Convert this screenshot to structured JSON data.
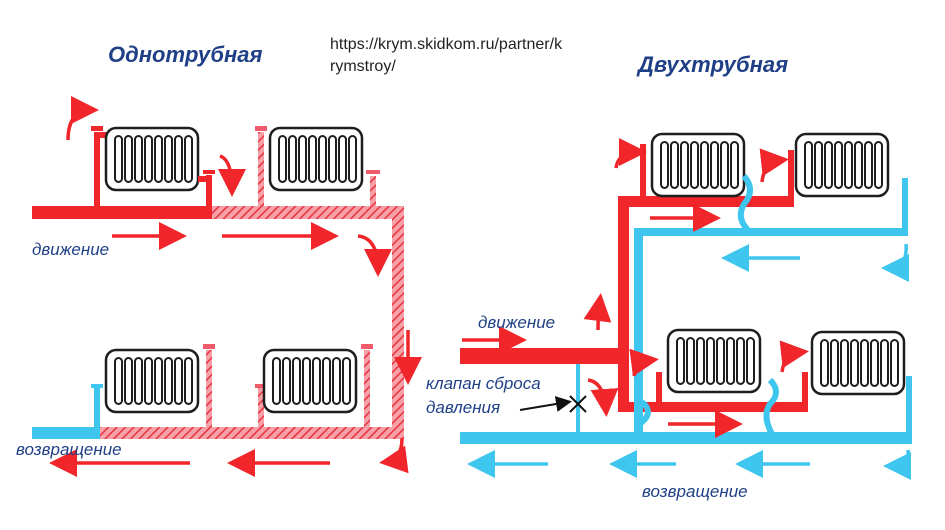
{
  "titles": {
    "single_pipe": "Однотрубная",
    "two_pipe": "Двухтрубная"
  },
  "source_url": {
    "line1": "https://krym.skidkom.ru/partner/k",
    "line2": "rymstroy/"
  },
  "labels": {
    "left_flow": "движение",
    "left_return": "возвращение",
    "right_flow": "движение",
    "right_valve_line1": "клапан сброса",
    "right_valve_line2": "давления",
    "right_return": "возвращение"
  },
  "colors": {
    "supply": "#f0262b",
    "supply_hatched": "#f05a6a",
    "return": "#3ec6ee",
    "text": "#1f3f86",
    "radiator": "#1e1e1e"
  },
  "icons": [
    "radiator-icon",
    "flow-arrow-icon",
    "bleed-valve-icon",
    "pressure-relief-valve-icon"
  ]
}
